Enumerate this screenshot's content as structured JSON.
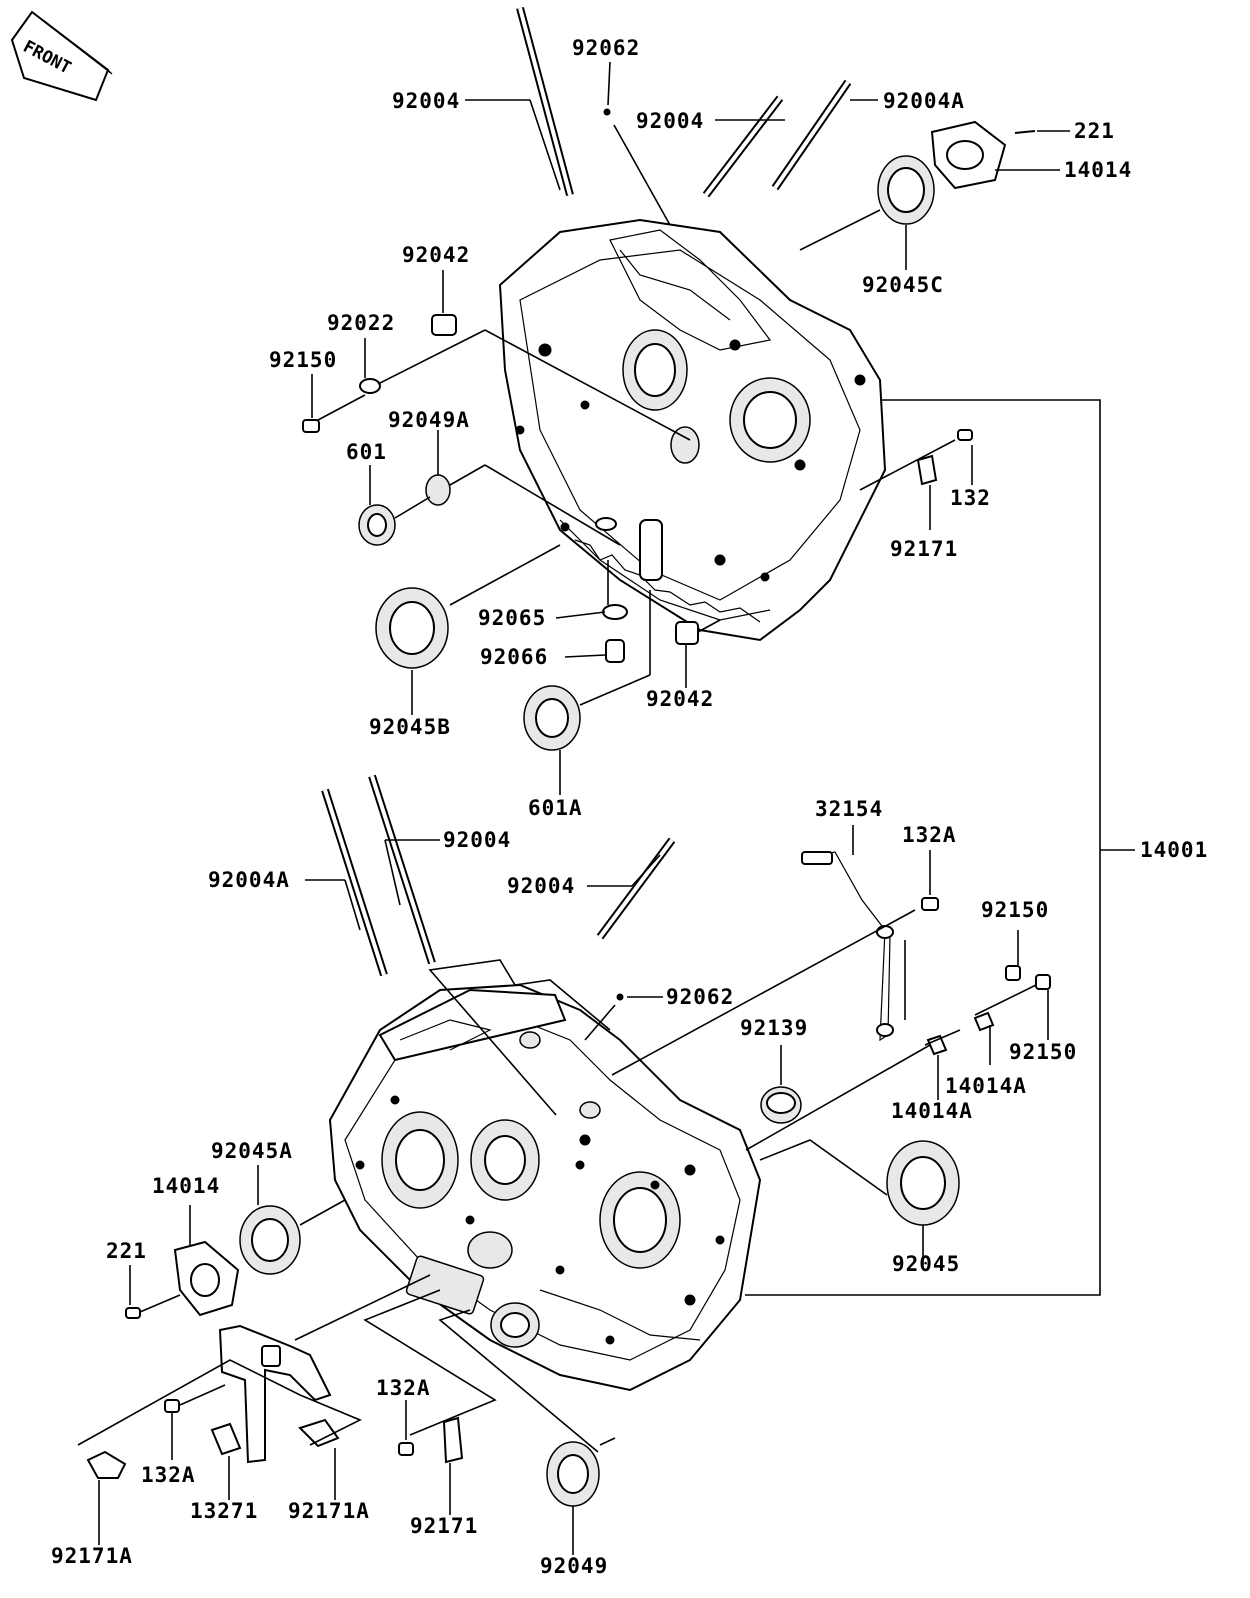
{
  "front_badge": "FRONT",
  "callouts": [
    {
      "id": "c1",
      "text": "92062"
    },
    {
      "id": "c2",
      "text": "92004"
    },
    {
      "id": "c3",
      "text": "92004"
    },
    {
      "id": "c4",
      "text": "92004A"
    },
    {
      "id": "c5",
      "text": "221"
    },
    {
      "id": "c6",
      "text": "14014"
    },
    {
      "id": "c7",
      "text": "92045C"
    },
    {
      "id": "c8",
      "text": "92042"
    },
    {
      "id": "c9",
      "text": "92022"
    },
    {
      "id": "c10",
      "text": "92150"
    },
    {
      "id": "c11",
      "text": "92049A"
    },
    {
      "id": "c12",
      "text": "601"
    },
    {
      "id": "c13",
      "text": "132"
    },
    {
      "id": "c14",
      "text": "92171"
    },
    {
      "id": "c15",
      "text": "92065"
    },
    {
      "id": "c16",
      "text": "92066"
    },
    {
      "id": "c17",
      "text": "92042"
    },
    {
      "id": "c18",
      "text": "92045B"
    },
    {
      "id": "c19",
      "text": "601A"
    },
    {
      "id": "c20",
      "text": "32154"
    },
    {
      "id": "c21",
      "text": "132A"
    },
    {
      "id": "c22",
      "text": "14001"
    },
    {
      "id": "c23",
      "text": "92004"
    },
    {
      "id": "c24",
      "text": "92004A"
    },
    {
      "id": "c25",
      "text": "92004"
    },
    {
      "id": "c26",
      "text": "92150"
    },
    {
      "id": "c27",
      "text": "92062"
    },
    {
      "id": "c28",
      "text": "92139"
    },
    {
      "id": "c29",
      "text": "92150"
    },
    {
      "id": "c30",
      "text": "14014A"
    },
    {
      "id": "c31",
      "text": "14014A"
    },
    {
      "id": "c32",
      "text": "92045A"
    },
    {
      "id": "c33",
      "text": "14014"
    },
    {
      "id": "c34",
      "text": "221"
    },
    {
      "id": "c35",
      "text": "92045"
    },
    {
      "id": "c36",
      "text": "132A"
    },
    {
      "id": "c37",
      "text": "132A"
    },
    {
      "id": "c38",
      "text": "13271"
    },
    {
      "id": "c39",
      "text": "92171A"
    },
    {
      "id": "c40",
      "text": "92171"
    },
    {
      "id": "c41",
      "text": "92049"
    },
    {
      "id": "c42",
      "text": "92171A"
    }
  ]
}
